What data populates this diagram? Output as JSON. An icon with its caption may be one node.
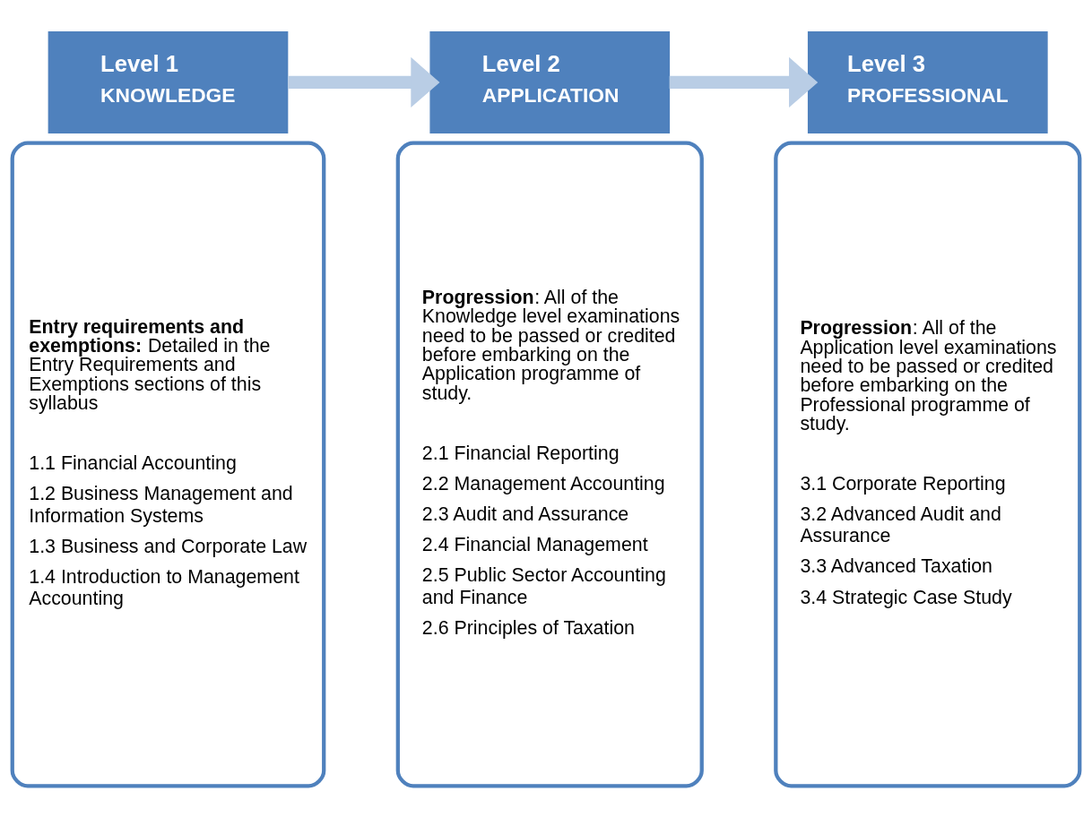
{
  "diagram": {
    "nodes": [
      {
        "text": [
          "Level 1",
          "KNOWLEDGE"
        ]
      },
      {
        "text": [
          "**Entry requirements and exemptions:** Detailed in the Entry Requirements and Exemptions sections of this syllabus",
          "1.1 Financial Accounting",
          "1.2 Business Management and Information Systems",
          "1.3 Business and Corporate Law",
          "1.4 Introduction to Management Accounting"
        ]
      },
      {
        "text": [
          "Level 2",
          "APPLICATION"
        ]
      },
      {
        "text": [
          "**Progression**: All of the Knowledge level examinations need to be passed or credited before embarking on the Application programme of study.",
          "2.1 Financial Reporting",
          "2.2 Management Accounting",
          "2.3 Audit and Assurance",
          "2.4 Financial Management",
          "2.5 Public Sector Accounting and Finance",
          "2.6 Principles of Taxation"
        ]
      },
      {
        "text": [
          "Level 3",
          "PROFESSIONAL"
        ]
      },
      {
        "text": [
          "**Progression**: All of the Application level examinations need to be passed or credited before embarking on the Professional programme of study.",
          "3.1 Corporate Reporting",
          "3.2 Advanced Audit and Assurance",
          "3.3 Advanced Taxation",
          "3.4 Strategic Case Study"
        ]
      }
    ],
    "edges": [
      {
        "from": 0,
        "to": 2,
        "arrow": "to"
      },
      {
        "from": 2,
        "to": 4,
        "arrow": "to"
      }
    ]
  }
}
